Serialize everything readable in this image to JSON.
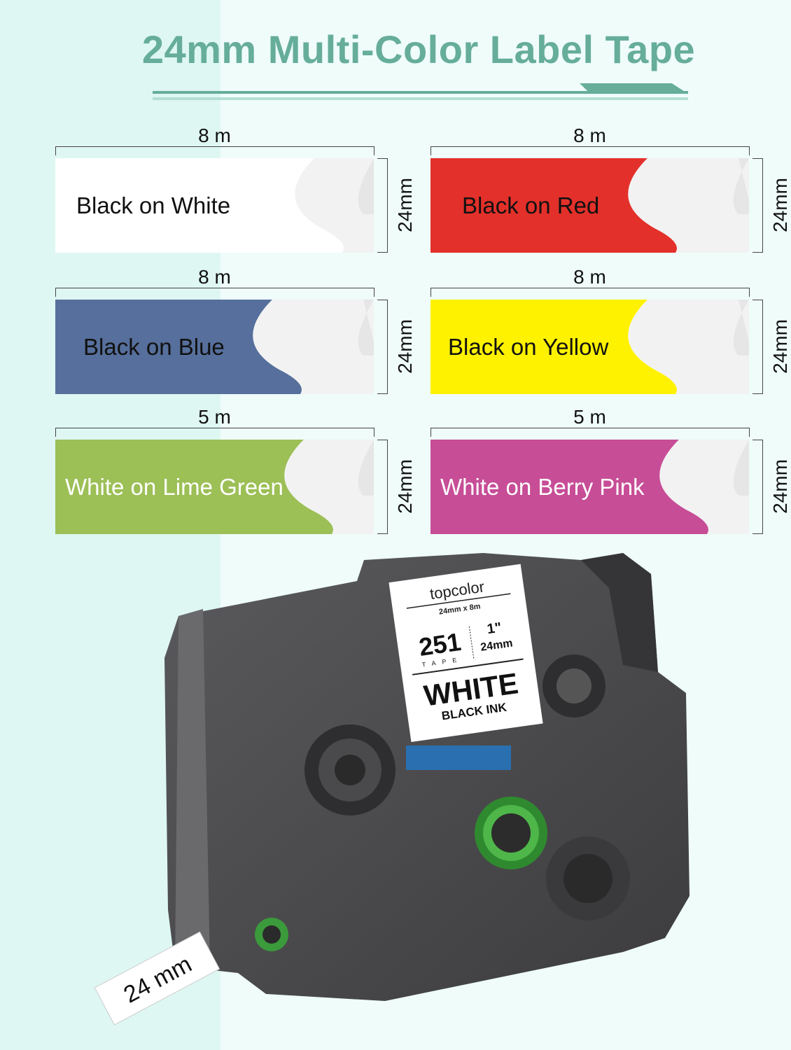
{
  "title": "24mm Multi-Color Label Tape",
  "tapes": [
    {
      "length": "8 m",
      "label": "Black on White",
      "width": "24mm",
      "tape_color": "#ffffff",
      "text_color": "#111111"
    },
    {
      "length": "8 m",
      "label": "Black on Red",
      "width": "24mm",
      "tape_color": "#e3302a",
      "text_color": "#111111"
    },
    {
      "length": "8 m",
      "label": "Black on Blue",
      "width": "24mm",
      "tape_color": "#566f9c",
      "text_color": "#111111"
    },
    {
      "length": "8 m",
      "label": "Black on Yellow",
      "width": "24mm",
      "tape_color": "#fff200",
      "text_color": "#111111"
    },
    {
      "length": "5 m",
      "label": "White on Lime Green",
      "width": "24mm",
      "tape_color": "#9cbf56",
      "text_color": "#ffffff"
    },
    {
      "length": "5 m",
      "label": "White on Berry Pink",
      "width": "24mm",
      "tape_color": "#c74d97",
      "text_color": "#ffffff"
    }
  ],
  "cassette": {
    "brand": "topcolor",
    "size": "24mm x 8m",
    "model": "251",
    "model_sub": "TAPE",
    "inch": "1\"",
    "mm": "24mm",
    "color": "WHITE",
    "ink": "BLACK INK",
    "tape_out_label": "24 mm"
  },
  "colors": {
    "accent": "#66ad9a",
    "cassette_body": "#4a4a4c"
  }
}
